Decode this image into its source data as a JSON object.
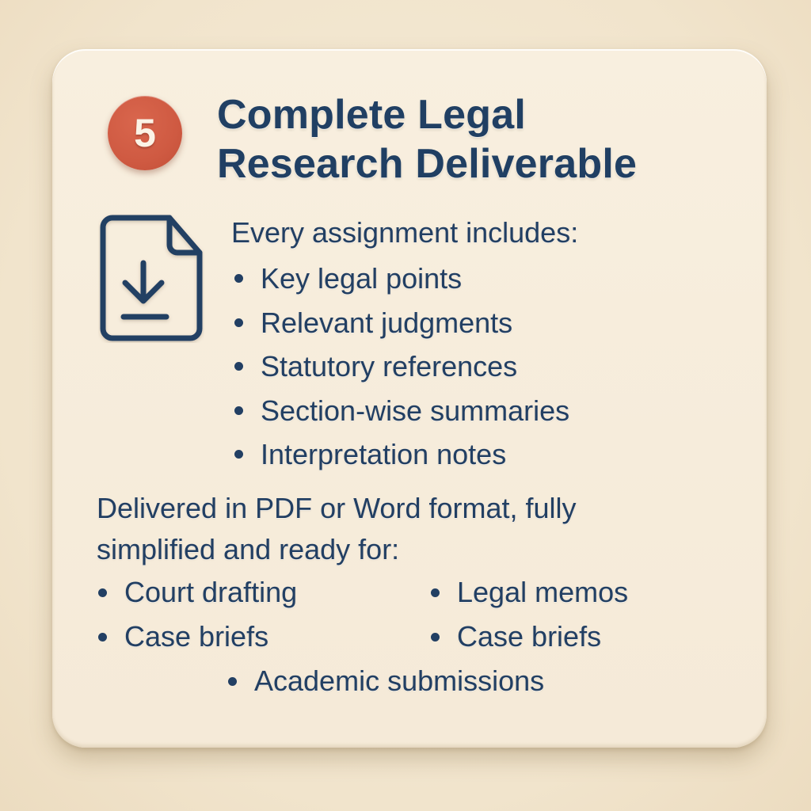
{
  "card": {
    "step_number": "5",
    "title_line1": "Complete Legal",
    "title_line2": "Research Deliverable",
    "icon": "document-download-icon",
    "includes_intro": "Every assignment includes:",
    "includes": [
      "Key legal points",
      "Relevant judgments",
      "Statutory references",
      "Section-wise summaries",
      "Interpretation notes"
    ],
    "delivered_line1": "Delivered in PDF or Word format, fully",
    "delivered_line2": "simplified and ready for:",
    "uses": [
      "Court drafting",
      "Legal memos",
      "Case briefs",
      "Case briefs",
      "Academic submissions"
    ]
  },
  "colors": {
    "background": "#f2e6cf",
    "card": "#f6ecda",
    "text": "#223f63",
    "badge": "#cf5a42",
    "badge_text": "#fbf3e6"
  }
}
